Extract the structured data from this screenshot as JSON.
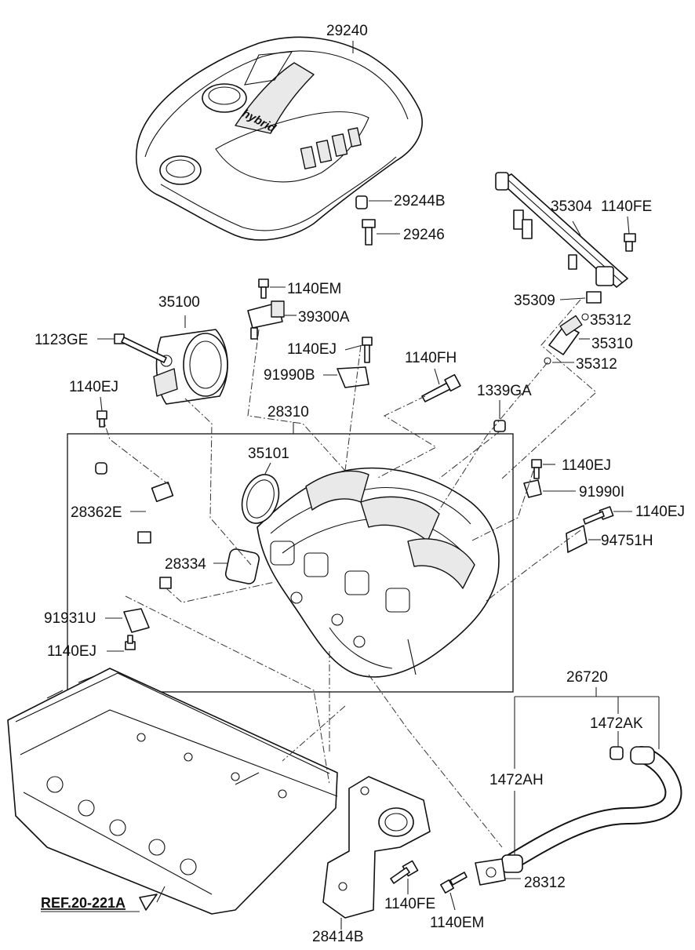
{
  "diagram": {
    "cover_badge": "hybrid",
    "reference": "REF.20-221A",
    "labels": {
      "p29240": "29240",
      "p29244B": "29244B",
      "p29246": "29246",
      "p35304": "35304",
      "p1140FE_top": "1140FE",
      "p35309": "35309",
      "p35312_a": "35312",
      "p35310": "35310",
      "p35312_b": "35312",
      "p1140EM_top": "1140EM",
      "p39300A": "39300A",
      "p35100": "35100",
      "p1123GE": "1123GE",
      "p1140EJ_mid": "1140EJ",
      "p91990B": "91990B",
      "p1140FH": "1140FH",
      "p1140EJ_left": "1140EJ",
      "p1339GA": "1339GA",
      "p28310": "28310",
      "p35101": "35101",
      "p1140EJ_r1": "1140EJ",
      "p91990I": "91990I",
      "p1140EJ_r2": "1140EJ",
      "p94751H": "94751H",
      "p28362E": "28362E",
      "p28334": "28334",
      "p91931U": "91931U",
      "p1140EJ_bottom": "1140EJ",
      "p26720": "26720",
      "p1472AK": "1472AK",
      "p1472AH": "1472AH",
      "p28312": "28312",
      "p1140FE_bottom": "1140FE",
      "p1140EM_bottom": "1140EM",
      "p28414B": "28414B"
    }
  }
}
